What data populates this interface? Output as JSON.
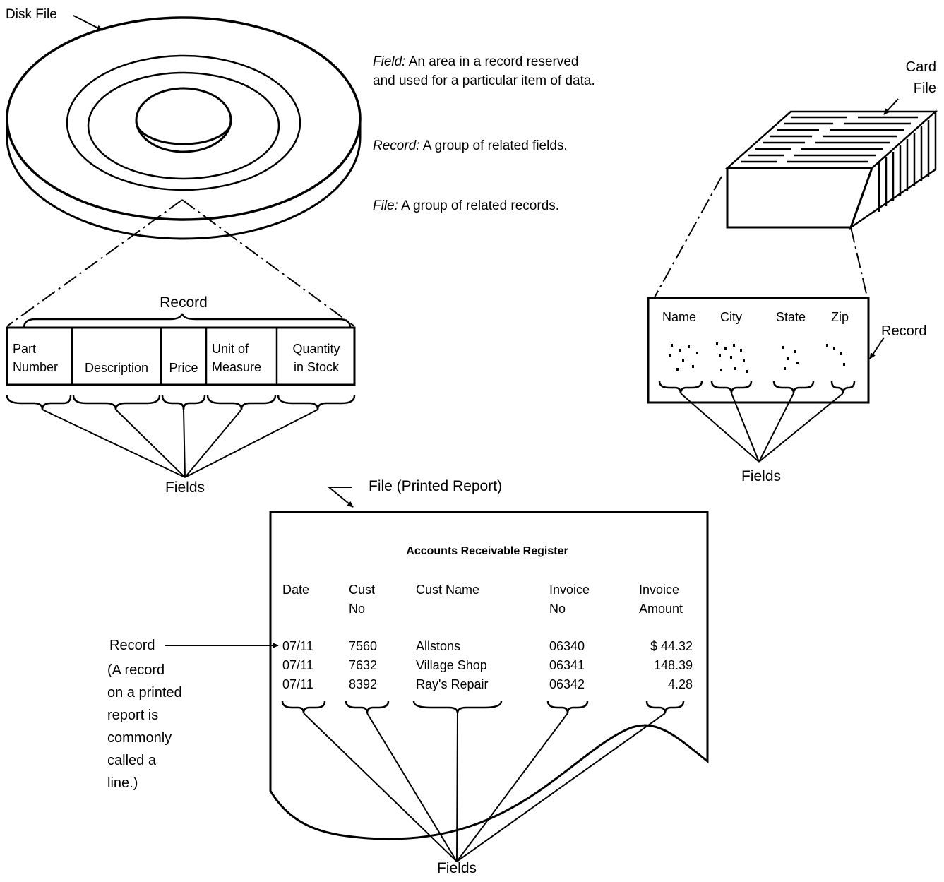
{
  "disk": {
    "label": "Disk File",
    "record_label": "Record",
    "columns": [
      "Part\nNumber",
      "Description",
      "Price",
      "Unit of\nMeasure",
      "Quantity\nin Stock"
    ],
    "fields_label": "Fields"
  },
  "definitions": [
    {
      "term": "Field:",
      "text": "An area in a record reserved\nand used for a particular item of data."
    },
    {
      "term": "Record:",
      "text": "A group of related fields."
    },
    {
      "term": "File:",
      "text": "A group of related records."
    }
  ],
  "card": {
    "label": "Card\nFile",
    "columns": [
      "Name",
      "City",
      "State",
      "Zip"
    ],
    "record_label": "Record",
    "fields_label": "Fields"
  },
  "report": {
    "label": "File (Printed Report)",
    "title": "Accounts Receivable Register",
    "headers": [
      "Date",
      "Cust\nNo",
      "Cust Name",
      "Invoice\nNo",
      "Invoice\nAmount"
    ],
    "rows": [
      [
        "07/11",
        "7560",
        "Allstons",
        "06340",
        "$ 44.32"
      ],
      [
        "07/11",
        "7632",
        "Village Shop",
        "06341",
        "148.39"
      ],
      [
        "07/11",
        "8392",
        "Ray's Repair",
        "06342",
        "4.28"
      ]
    ],
    "record_label": "Record",
    "record_note": "(A record\non a printed\nreport is\ncommonly\ncalled a\nline.)",
    "fields_label": "Fields"
  }
}
